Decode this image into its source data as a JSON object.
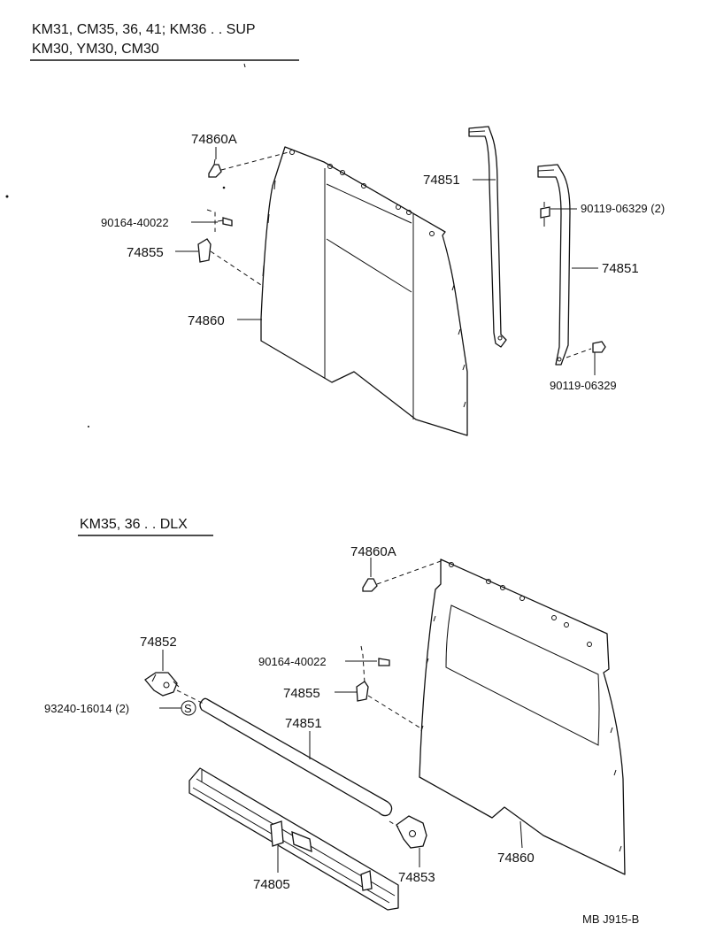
{
  "header_top": {
    "line1": "KM31, CM35, 36, 41; KM36 . . SUP",
    "line2": "KM30, YM30, CM30"
  },
  "header_bottom": {
    "line1": "KM35, 36 . . DLX"
  },
  "labels_top": {
    "p74860A": "74860A",
    "p90164": "90164-40022",
    "p74855": "74855",
    "p74860": "74860",
    "p74851a": "74851",
    "p74851b": "74851",
    "p90119a": "90119-06329 (2)",
    "p90119b": "90119-06329"
  },
  "labels_bottom": {
    "p74860A": "74860A",
    "p74852": "74852",
    "p93240": "93240-16014 (2)",
    "s_mark": "S",
    "p90164": "90164-40022",
    "p74855": "74855",
    "p74851": "74851",
    "p74805": "74805",
    "p74853": "74853",
    "p74860": "74860"
  },
  "footer": {
    "code": "MB  J915-B"
  }
}
